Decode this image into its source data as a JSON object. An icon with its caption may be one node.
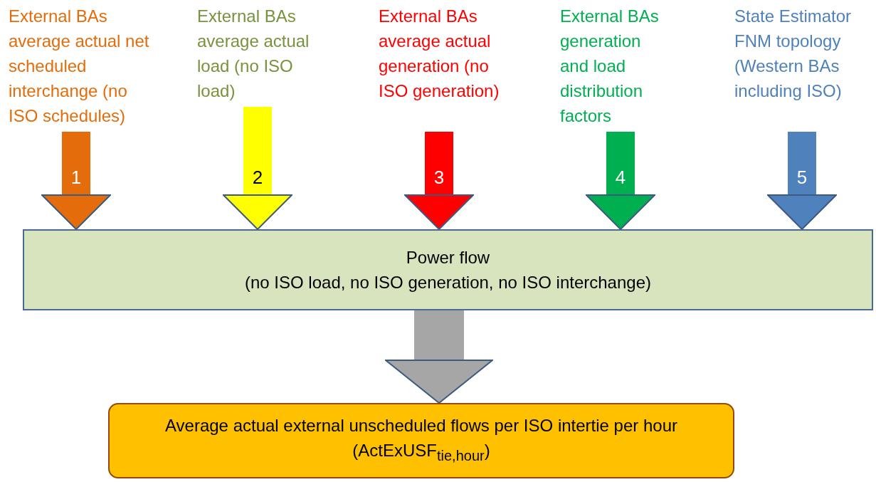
{
  "diagram": {
    "nodes": [
      {
        "text": [
          "External BAs average actual net scheduled interchange (no ISO schedules)"
        ]
      },
      {
        "text": [
          "External BAs average actual load (no ISO load)"
        ]
      },
      {
        "text": [
          "External BAs average actual generation (no ISO generation)"
        ]
      },
      {
        "text": [
          "External BAs generation and load distribution factors"
        ]
      },
      {
        "text": [
          "State Estimator FNM topology (Western BAs including ISO)"
        ]
      },
      {
        "text": [
          "Power flow",
          "(no ISO load, no ISO generation, no ISO interchange)"
        ]
      },
      {
        "text": [
          "Average actual external unscheduled flows per ISO intertie per hour",
          "(ActExUSF$_{tie,hour}$)"
        ]
      }
    ],
    "edges": [
      {
        "from": 0,
        "to": 5,
        "arrow": "to",
        "label": "1",
        "color": "#e46c0a"
      },
      {
        "from": 1,
        "to": 5,
        "arrow": "to",
        "label": "2",
        "color": "#ffff00"
      },
      {
        "from": 2,
        "to": 5,
        "arrow": "to",
        "label": "3",
        "color": "#ff0000"
      },
      {
        "from": 3,
        "to": 5,
        "arrow": "to",
        "label": "4",
        "color": "#00b050"
      },
      {
        "from": 4,
        "to": 5,
        "arrow": "to",
        "label": "5",
        "color": "#4f81bd"
      },
      {
        "from": 5,
        "to": 6,
        "arrow": "to",
        "color": "#a6a6a6"
      }
    ]
  }
}
